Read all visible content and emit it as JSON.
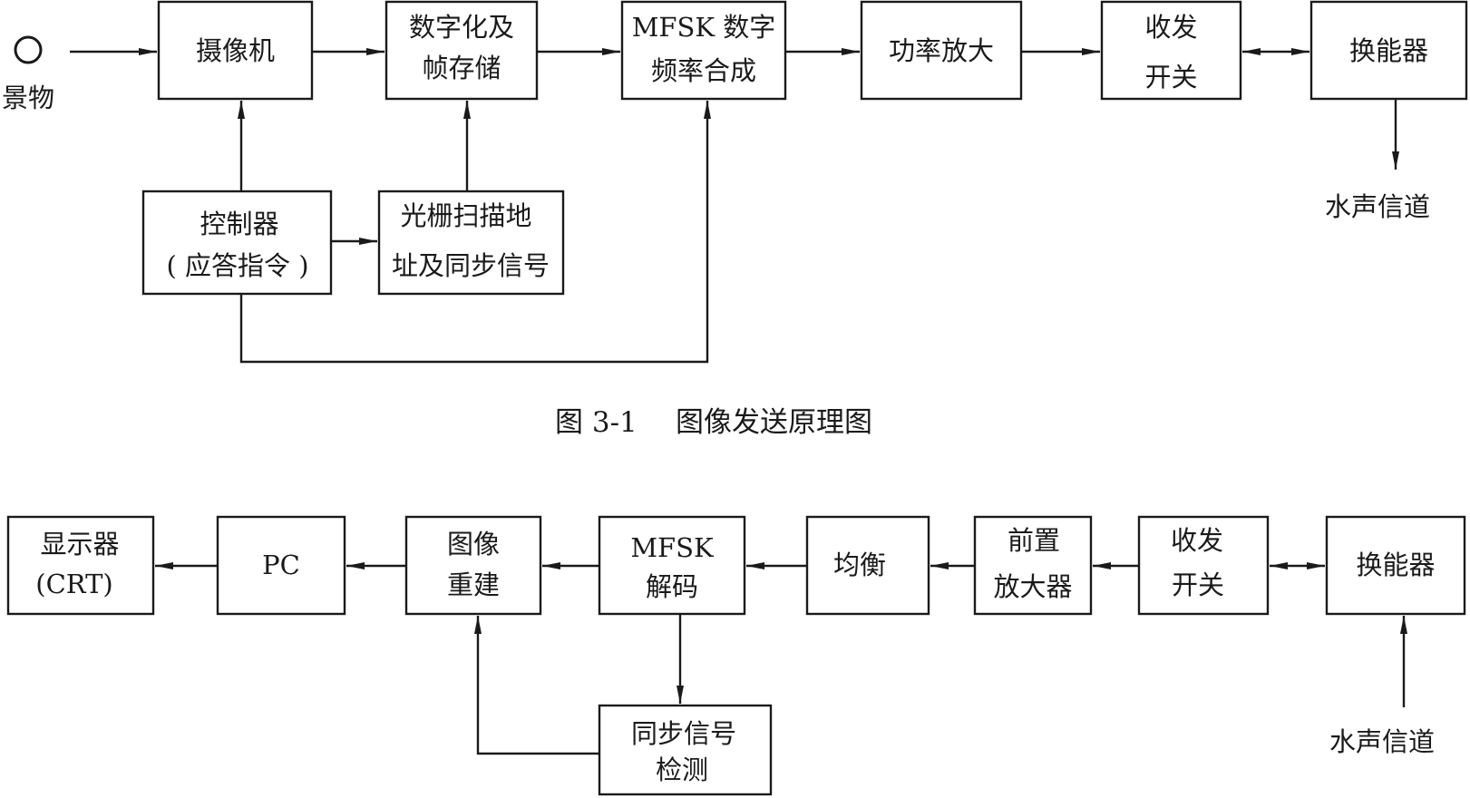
{
  "figure": {
    "caption_number": "图 3-1",
    "caption_title": "图像发送原理图"
  },
  "transmitter": {
    "source_label": "景物",
    "camera": [
      "摄像机"
    ],
    "digitizer": [
      "数字化及",
      "帧存储"
    ],
    "mfsk_synth": [
      "MFSK 数字",
      "频率合成"
    ],
    "power_amp": [
      "功率放大"
    ],
    "tr_switch": [
      "收发",
      "开关"
    ],
    "transducer": [
      "换能器"
    ],
    "channel_label": "水声信道",
    "controller": [
      "控制器",
      "( 应答指令 )"
    ],
    "raster_scan": [
      "光栅扫描地",
      "址及同步信号"
    ]
  },
  "receiver": {
    "display": [
      "显示器",
      "(CRT)"
    ],
    "pc": [
      "PC"
    ],
    "reconstruct": [
      "图像",
      "重建"
    ],
    "mfsk_decode": [
      "MFSK",
      "解码"
    ],
    "equalizer": [
      "均衡"
    ],
    "preamp": [
      "前置",
      "放大器"
    ],
    "tr_switch": [
      "收发",
      "开关"
    ],
    "transducer": [
      "换能器"
    ],
    "sync_detect": [
      "同步信号",
      "检测"
    ],
    "channel_label": "水声信道"
  }
}
